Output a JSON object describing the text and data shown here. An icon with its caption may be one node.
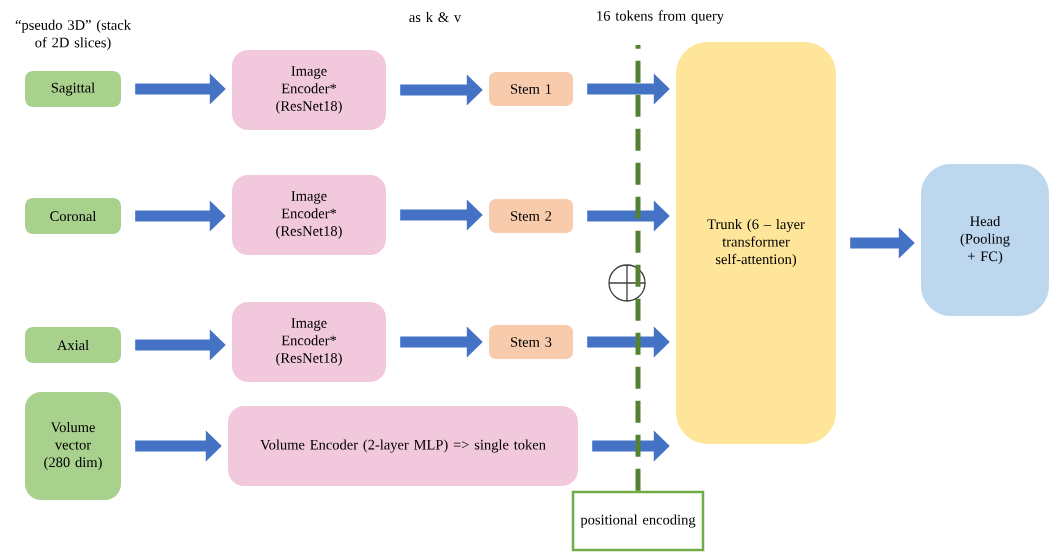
{
  "diagram": {
    "nodes": [
      {
        "text": [
          "Sagittal"
        ]
      },
      {
        "text": [
          "Coronal"
        ]
      },
      {
        "text": [
          "Axial"
        ]
      },
      {
        "text": [
          "Volume vector (280 dim)"
        ]
      },
      {
        "text": [
          "Image Encoder* (ResNet18)"
        ]
      },
      {
        "text": [
          "Image Encoder* (ResNet18)"
        ]
      },
      {
        "text": [
          "Image Encoder* (ResNet18)"
        ]
      },
      {
        "text": [
          "Volume Encoder (2-layer MLP) => single token"
        ]
      },
      {
        "text": [
          "Stem 1"
        ]
      },
      {
        "text": [
          "Stem 2"
        ]
      },
      {
        "text": [
          "Stem 3"
        ]
      },
      {
        "text": [
          "Trunk (6 – layer transformer self-attention)"
        ]
      },
      {
        "text": [
          "Head (Pooling + FC)"
        ]
      },
      {
        "text": [
          "positional encoding"
        ]
      }
    ],
    "edges": [
      {
        "from": 0,
        "to": 4,
        "arrow": "to"
      },
      {
        "from": 1,
        "to": 5,
        "arrow": "to"
      },
      {
        "from": 2,
        "to": 6,
        "arrow": "to"
      },
      {
        "from": 3,
        "to": 7,
        "arrow": "to"
      },
      {
        "from": 4,
        "to": 8,
        "arrow": "to"
      },
      {
        "from": 5,
        "to": 9,
        "arrow": "to"
      },
      {
        "from": 6,
        "to": 10,
        "arrow": "to"
      },
      {
        "from": 8,
        "to": 11,
        "arrow": "to"
      },
      {
        "from": 9,
        "to": 11,
        "arrow": "to"
      },
      {
        "from": 10,
        "to": 11,
        "arrow": "to"
      },
      {
        "from": 7,
        "to": 11,
        "arrow": "to"
      },
      {
        "from": 11,
        "to": 12,
        "arrow": "to"
      },
      {
        "from": 13,
        "to": null,
        "arrow": "none",
        "style": "dashed",
        "color": "#548235"
      }
    ],
    "labels": [
      "“pseudo 3D” (stack of 2D slices)",
      "as k & v",
      "16 tokens from query"
    ]
  }
}
